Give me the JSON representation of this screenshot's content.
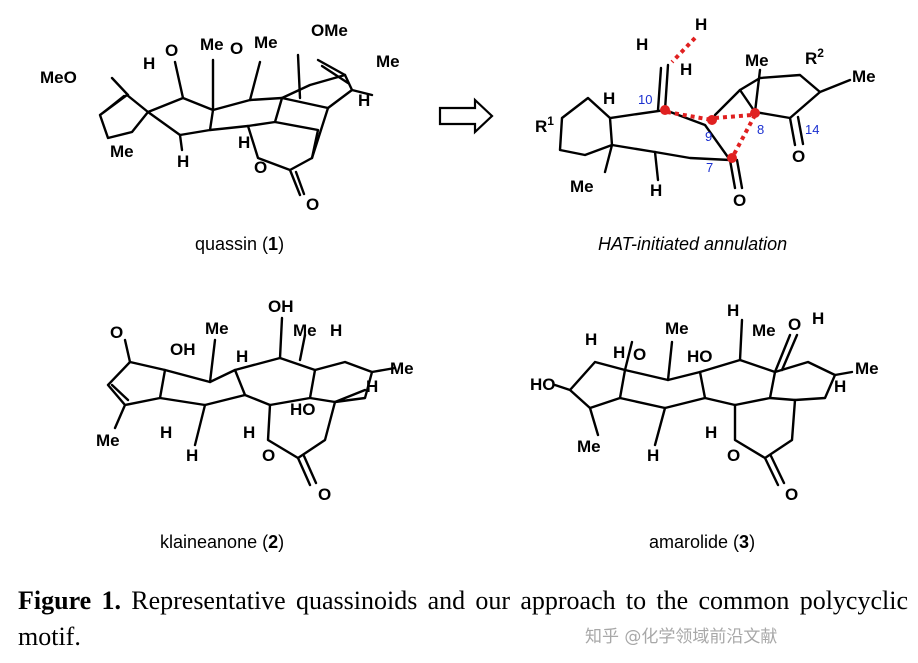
{
  "top_left": {
    "name": "quassin",
    "number": "1",
    "atoms": {
      "meo_left": "MeO",
      "ome_right": "OMe",
      "h_top": "H",
      "me1": "Me",
      "me2": "Me",
      "me_right": "Me",
      "me_left": "Me",
      "h_right": "H",
      "h_lower1": "H",
      "h_lower2": "H",
      "o1": "O",
      "o2": "O",
      "o3": "O",
      "o4": "O"
    }
  },
  "top_right": {
    "caption": "HAT-initiated annulation",
    "atoms": {
      "h_top": "H",
      "h_left": "H",
      "h_right": "H",
      "me1": "Me",
      "r2": "R",
      "r2_sup": "2",
      "me2": "Me",
      "r1": "R",
      "r1_sup": "1",
      "me3": "Me",
      "h_bottom": "H",
      "o1": "O",
      "o2": "O"
    },
    "numbers": {
      "n10": "10",
      "n9": "9",
      "n8": "8",
      "n7": "7",
      "n14": "14"
    }
  },
  "bottom_left": {
    "name": "klaineanone",
    "number": "2",
    "atoms": {
      "o_top": "O",
      "oh1": "OH",
      "oh2": "OH",
      "me1": "Me",
      "me2": "Me",
      "h1": "H",
      "me3": "Me",
      "h2": "H",
      "me4": "Me",
      "h3": "H",
      "h4": "H",
      "ho": "HO",
      "o1": "O",
      "o2": "O"
    }
  },
  "bottom_right": {
    "name": "amarolide",
    "number": "3",
    "atoms": {
      "h1": "H",
      "h2": "H",
      "o1": "O",
      "me1": "Me",
      "h3": "H",
      "me2": "Me",
      "o2": "O",
      "h4": "H",
      "ho1": "HO",
      "ho2": "HO",
      "me3": "Me",
      "me4": "Me",
      "h5": "H",
      "h6": "H",
      "o3": "O",
      "o4": "O"
    }
  },
  "caption": {
    "label": "Figure 1.",
    "text": "Representative quassinoids and our approach to the common polycyclic motif."
  },
  "watermark": "知乎 @化学领域前沿文献",
  "colors": {
    "dashed_bond": "#e02020",
    "atom_number": "#1a2fd0"
  }
}
